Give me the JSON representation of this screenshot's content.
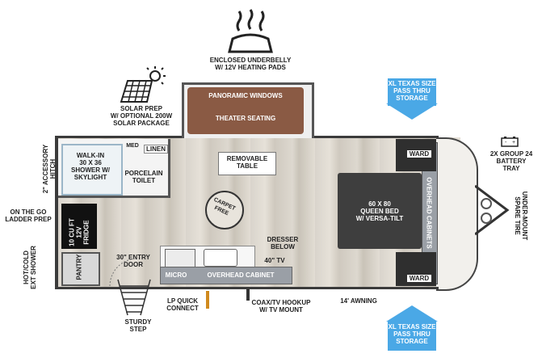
{
  "labels": {
    "underbelly": "ENCLOSED UNDERBELLY\nW/ 12V HEATING PADS",
    "solar": "SOLAR PREP\nW/ OPTIONAL 200W\nSOLAR PACKAGE",
    "panoramic": "PANORAMIC WINDOWS",
    "theater": "THEATER SEATING",
    "texas_top": "XL TEXAS SIZE\nPASS THRU\nSTORAGE",
    "texas_bottom": "XL TEXAS SIZE\nPASS THRU\nSTORAGE",
    "battery": "2X GROUP 24\nBATTERY\nTRAY",
    "spare_tire": "UNDER-MOUNT\nSPARE TIRE",
    "hitch": "2\" ACCESSORY\nHITCH",
    "med": "MED",
    "linen": "LINEN",
    "shower": "WALK-IN\n30 X 36\nSHOWER W/\nSKYLIGHT",
    "toilet": "PORCELAIN\nTOILET",
    "table": "REMOVABLE\nTABLE",
    "carpet_free": "CARPET\nFREE",
    "bed": "60 X 80\nQUEEN BED\nW/ VERSA-TILT",
    "overhead_cabinets": "OVERHEAD CABINETS",
    "ward_top": "WARD",
    "ward_bottom": "WARD",
    "ladder": "ON THE GO\nLADDER PREP",
    "fridge": "10 CU FT\n12V\nFRIDGE",
    "ext_shower": "HOT/COLD\nEXT SHOWER",
    "pantry": "PANTRY",
    "entry_door": "30\" ENTRY\nDOOR",
    "dresser": "DRESSER\nBELOW",
    "tv": "40\" TV",
    "micro": "MICRO",
    "overhead_cabinet": "OVERHEAD CABINET",
    "lp": "LP QUICK\nCONNECT",
    "coax": "COAX/TV HOOKUP\nW/ TV MOUNT",
    "awning": "14' AWNING",
    "step": "STURDY\nSTEP"
  },
  "icons": {
    "heat": "heating-pad-icon",
    "solar": "solar-panel-icon",
    "battery": "battery-icon",
    "arrow": "blue-arrow-icon"
  },
  "colors": {
    "arrow_blue": "#4aa8e6",
    "sofa_brown": "#8a5a44",
    "bed_dark": "#3e3e3e",
    "cabinet_gray": "#9a9fa6"
  }
}
